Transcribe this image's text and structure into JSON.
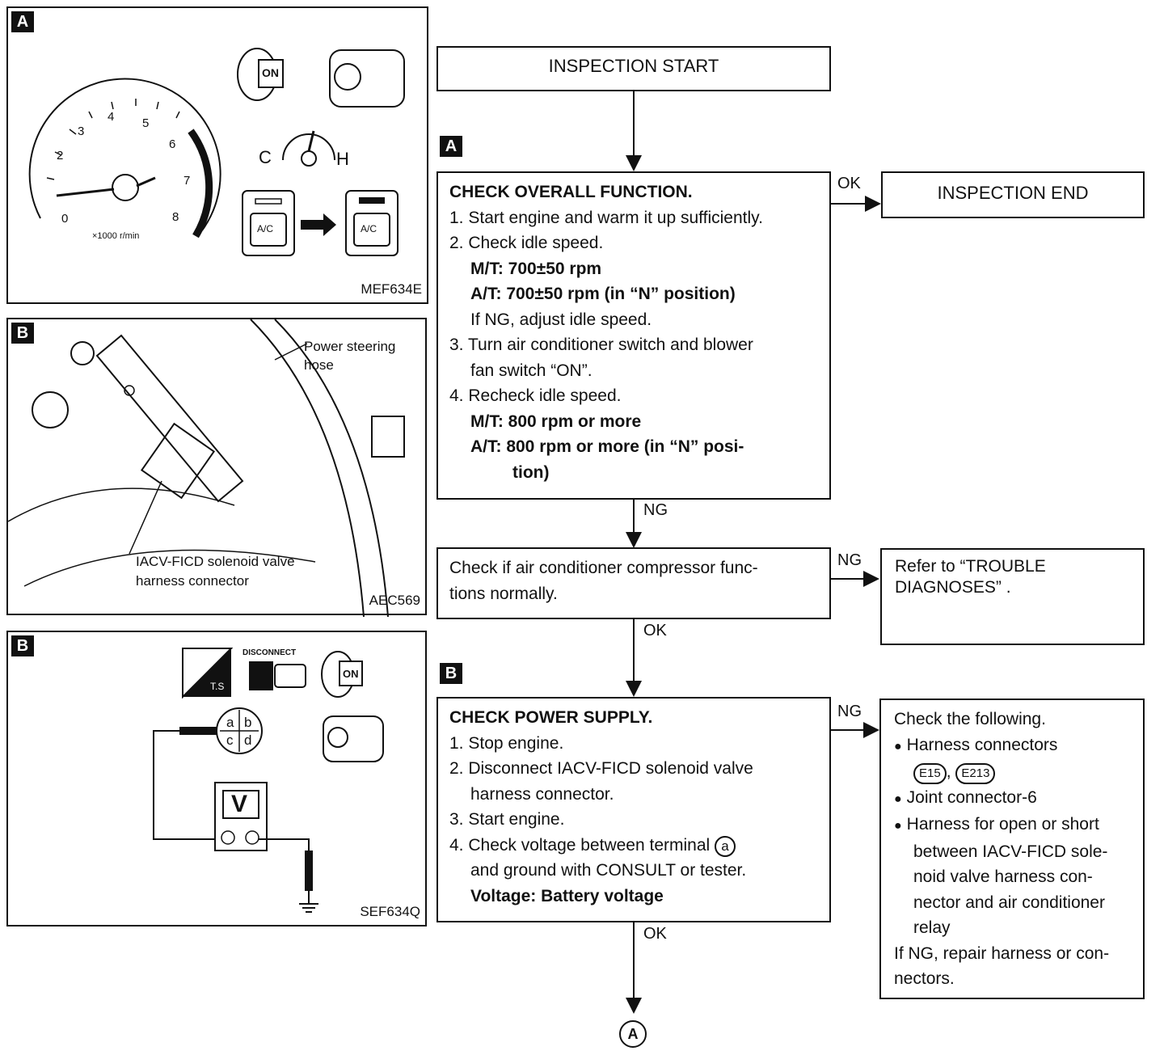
{
  "panels": {
    "a": {
      "tag": "A",
      "fig_id": "MEF634E",
      "tach_numbers": [
        "0",
        "2",
        "3",
        "4",
        "5",
        "6",
        "7",
        "8"
      ],
      "tach_unit": "×1000 r/min",
      "key_text": "ON",
      "gauge_c": "C",
      "gauge_h": "H",
      "ac": "A/C"
    },
    "b1": {
      "tag": "B",
      "fig_id": "AEC569",
      "hose_label": "Power steering hose",
      "valve_label_1": "IACV-FICD solenoid valve",
      "valve_label_2": "harness connector"
    },
    "b2": {
      "tag": "B",
      "fig_id": "SEF634Q",
      "ts": "T.S",
      "disconnect": "DISCONNECT",
      "key_text": "ON",
      "pins": [
        "a",
        "b",
        "c",
        "d"
      ],
      "meter": "V"
    }
  },
  "flow": {
    "start": "INSPECTION START",
    "end": "INSPECTION END",
    "tag_a": "A",
    "tag_b": "B",
    "check1": {
      "heading": "CHECK OVERALL FUNCTION.",
      "l1": "1. Start engine and warm it up sufficiently.",
      "l2": "2. Check idle speed.",
      "l3": "M/T: 700±50 rpm",
      "l4": "A/T: 700±50 rpm (in “N” position)",
      "l5": "If NG, adjust idle speed.",
      "l6": "3. Turn air conditioner switch and blower",
      "l7": "fan switch “ON”.",
      "l8": "4. Recheck idle speed.",
      "l9": "M/T: 800 rpm or more",
      "l10": "A/T: 800 rpm or more (in “N” posi-",
      "l11": "tion)"
    },
    "check2": {
      "l1": "Check if air conditioner compressor func-",
      "l2": "tions normally."
    },
    "trouble": {
      "l1": "Refer to “TROUBLE",
      "l2": "DIAGNOSES” ."
    },
    "check3": {
      "heading": "CHECK POWER SUPPLY.",
      "l1": "1. Stop engine.",
      "l2": "2. Disconnect IACV-FICD solenoid valve",
      "l3": "harness connector.",
      "l4": "3. Start engine.",
      "l5": "4. Check voltage between terminal",
      "l5_term": "a",
      "l6": "and ground with CONSULT or tester.",
      "l7": "Voltage: Battery voltage"
    },
    "following": {
      "l1": "Check the following.",
      "l2": "Harness connectors",
      "c1": "E15",
      "sep": ",",
      "c2": "E213",
      "l3": "Joint connector-6",
      "l4": "Harness for open or short",
      "l5": "between IACV-FICD sole-",
      "l6": "noid valve harness con-",
      "l7": "nector and air conditioner",
      "l8": "relay",
      "l9": "If NG, repair harness or con-",
      "l10": "nectors."
    },
    "ok": "OK",
    "ng": "NG",
    "goto": "A"
  }
}
